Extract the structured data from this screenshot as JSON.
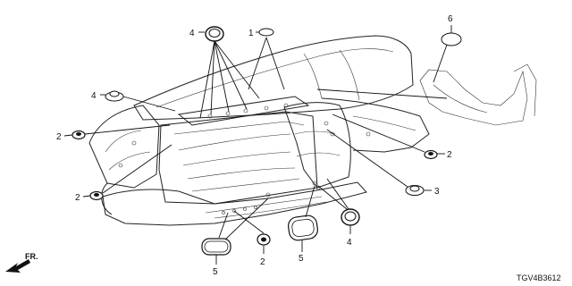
{
  "diagram": {
    "callouts": [
      "4",
      "1",
      "6",
      "4",
      "2",
      "2",
      "2",
      "3",
      "5",
      "2",
      "5",
      "4"
    ],
    "front_label": "FR.",
    "diagram_code": "TGV4B3612"
  },
  "colors": {
    "line": "#111111",
    "background": "#ffffff"
  }
}
